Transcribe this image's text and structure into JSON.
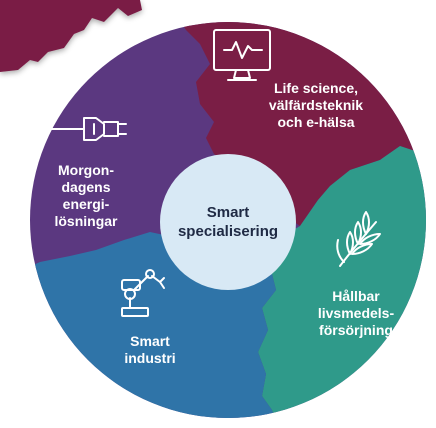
{
  "center": {
    "lines": [
      "Smart",
      "specialisering"
    ],
    "color": "#d8e9f5"
  },
  "segments": [
    {
      "id": "life-science",
      "lines": [
        "Life science,",
        "välfärdsteknik",
        "och e-hälsa"
      ],
      "icon": "heartbeat-monitor-icon",
      "color": "#7a1e45"
    },
    {
      "id": "livsmedel",
      "lines": [
        "Hållbar",
        "livsmedels-",
        "försörjning"
      ],
      "icon": "wheat-icon",
      "color": "#2f9a8a"
    },
    {
      "id": "industri",
      "lines": [
        "Smart",
        "industri"
      ],
      "icon": "robot-arm-icon",
      "color": "#2f74a8"
    },
    {
      "id": "energi",
      "lines": [
        "Morgon-",
        "dagens",
        "energi-",
        "lösningar"
      ],
      "icon": "plug-icon",
      "color": "#5b3880"
    }
  ]
}
